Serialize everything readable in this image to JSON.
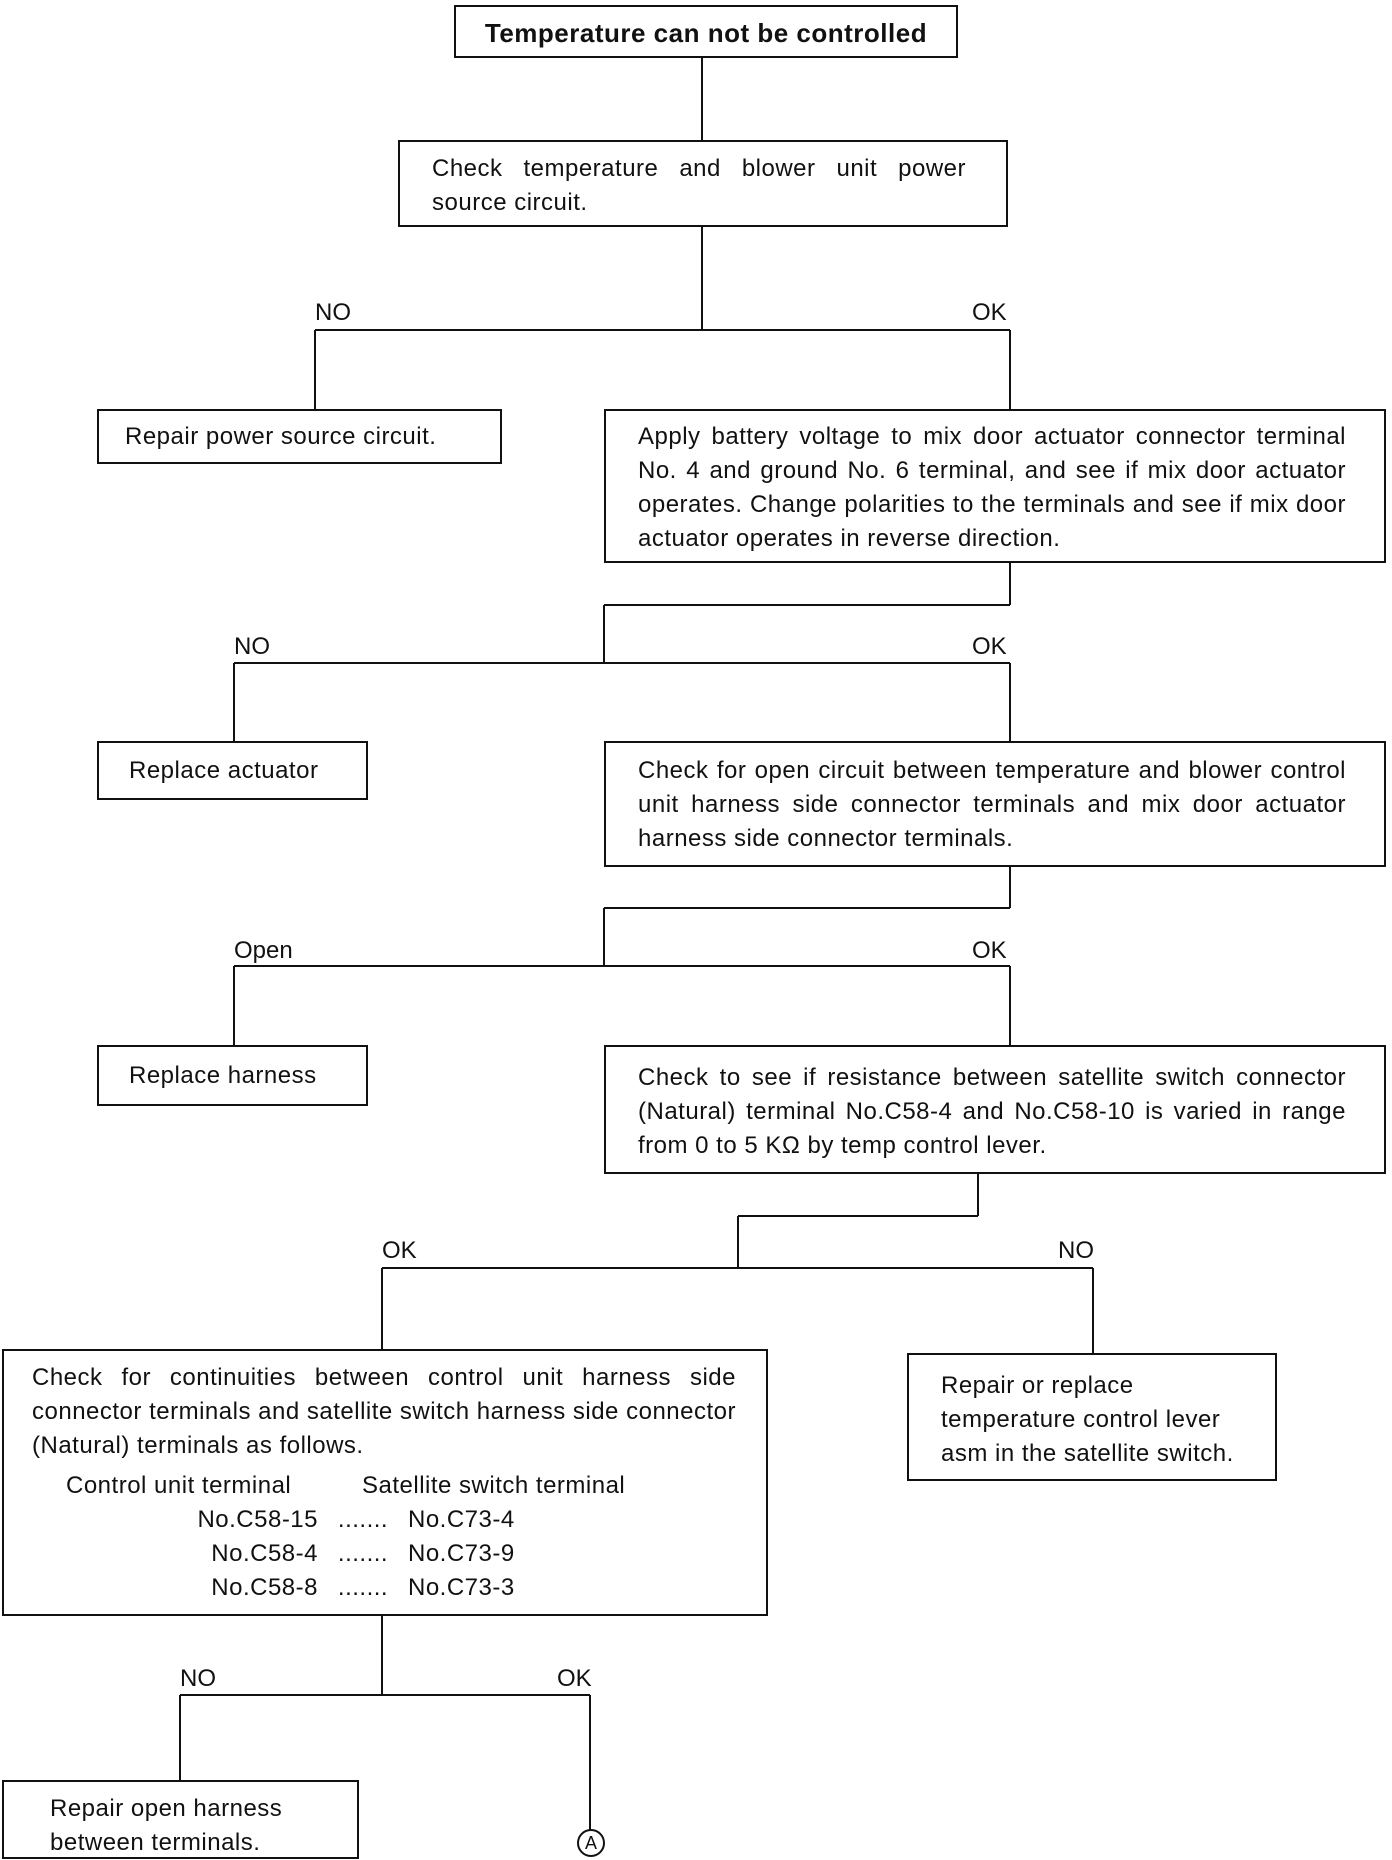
{
  "flowchart": {
    "title": "Temperature can not be controlled",
    "step1": "Check temperature and blower unit power source circuit.",
    "repair_power": "Repair power source circuit.",
    "step2": "Apply battery voltage to mix door actuator connector terminal No. 4 and ground No. 6 terminal, and see if mix door actuator operates. Change polarities to the terminals and see if mix door actuator operates in reverse direction.",
    "replace_actuator": "Replace actuator",
    "step3": "Check for open circuit between temperature and blower control unit harness side connector terminals and mix door actuator harness side connector terminals.",
    "replace_harness": "Replace harness",
    "step4": "Check to see if resistance between satellite switch connector (Natural) terminal No.C58-4 and No.C58-10 is varied in range from 0 to 5 KΩ by temp control lever.",
    "repair_lever": "Repair or replace temperature control lever asm in the satellite switch.",
    "step5": {
      "text": "Check for continuities between control unit harness side connector terminals and satellite switch harness side connector (Natural) terminals as follows.",
      "col_control": "Control unit terminal",
      "col_satellite": "Satellite switch terminal",
      "rows": [
        {
          "control": "No.C58-15",
          "sep": ".......",
          "satellite": "No.C73-4"
        },
        {
          "control": "No.C58-4",
          "sep": ".......",
          "satellite": "No.C73-9"
        },
        {
          "control": "No.C58-8",
          "sep": ".......",
          "satellite": "No.C73-3"
        }
      ]
    },
    "repair_open": "Repair open harness between terminals.",
    "connector": "A"
  },
  "labels": {
    "no1": "NO",
    "ok1": "OK",
    "no2": "NO",
    "ok2": "OK",
    "open3": "Open",
    "ok3": "OK",
    "ok4": "OK",
    "no4": "NO",
    "no5": "NO",
    "ok5": "OK"
  }
}
